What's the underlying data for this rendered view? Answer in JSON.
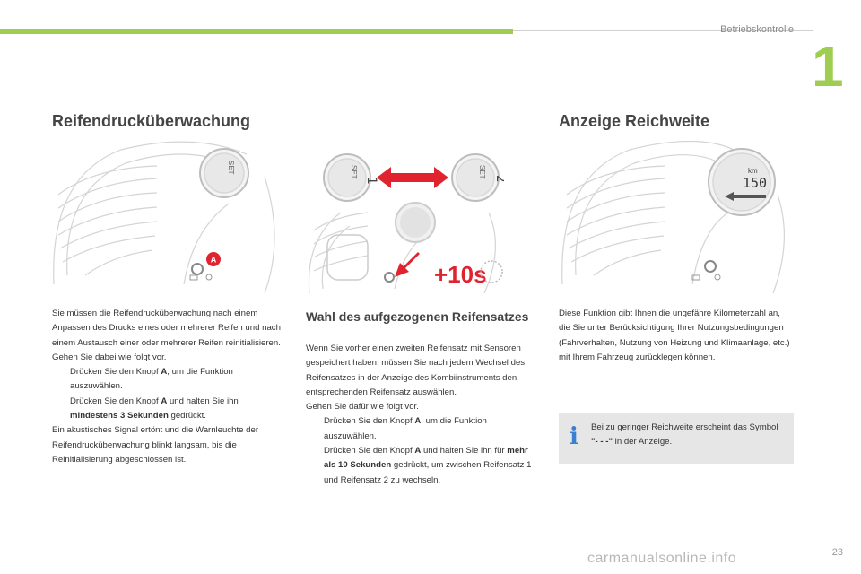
{
  "header": {
    "section_title": "Betriebskontrolle",
    "chapter_number": "1"
  },
  "left": {
    "heading": "Reifendrucküberwachung",
    "intro": "Sie müssen die Reifendrucküberwachung nach einem Anpassen des Drucks eines oder mehrerer Reifen und nach einem Austausch einer oder mehrerer Reifen reinitialisieren.",
    "steps_intro": "Gehen Sie dabei wie folgt vor.",
    "bullet_mark": "",
    "step1_pre": "Drücken Sie den Knopf ",
    "step1_bold": "A",
    "step1_post": ", um die Funktion auszuwählen.",
    "step2_pre": "Drücken Sie den Knopf ",
    "step2_bold_a": "A",
    "step2_mid": " und halten Sie ihn ",
    "step2_bold": "mindestens 3 Sekunden",
    "step2_post": " gedrückt.",
    "outro": "Ein akustisches Signal ertönt und die Warnleuchte der Reifendrucküberwachung blinkt langsam, bis die Reinitialisierung abgeschlossen ist.",
    "illustration": {
      "button_label": "A",
      "dial_text": "SET"
    }
  },
  "middle": {
    "heading": "Wahl des aufgezogenen Reifensatzes",
    "intro": "Wenn Sie vorher einen zweiten Reifensatz mit Sensoren gespeichert haben, müssen Sie nach jedem Wechsel des Reifensatzes in der Anzeige des Kombiinstruments den entsprechenden Reifensatz auswählen.",
    "steps_intro": "Gehen Sie dafür wie folgt vor.",
    "step1_pre": "Drücken Sie den Knopf ",
    "step1_bold": "A",
    "step1_post": ", um die Funktion auszuwählen.",
    "step2_pre": "Drücken Sie den Knopf ",
    "step2_bold_a": "A",
    "step2_mid": " und halten Sie ihn für ",
    "step2_bold": "mehr als 10 Sekunden",
    "step2_post": " gedrückt, um zwischen Reifensatz 1 und Reifensatz 2 zu wechseln.",
    "illustration": {
      "timer_label": "+10s",
      "dial_text": "SET",
      "set1": "1",
      "set2": "2"
    }
  },
  "right": {
    "heading": "Anzeige Reichweite",
    "body": "Diese Funktion gibt Ihnen die ungefähre Kilometerzahl an, die Sie unter Berücksichtigung Ihrer Nutzungsbedingungen (Fahrverhalten, Nutzung von Heizung und Klimaanlage, etc.) mit Ihrem Fahrzeug zurücklegen können.",
    "info_icon": "i",
    "info_pre": "Bei zu geringer Reichweite erscheint das Symbol ",
    "info_bold": "\"- - -\"",
    "info_post": " in der Anzeige.",
    "illustration": {
      "unit": "km",
      "range_value": "150"
    }
  },
  "footer": {
    "page_number": "23",
    "watermark": "carmanualsonline.info"
  },
  "colors": {
    "accent_green": "#9fcd52",
    "arrow_red": "#e0242f",
    "info_blue": "#3a7fd0",
    "info_bg": "#e6e6e6"
  }
}
